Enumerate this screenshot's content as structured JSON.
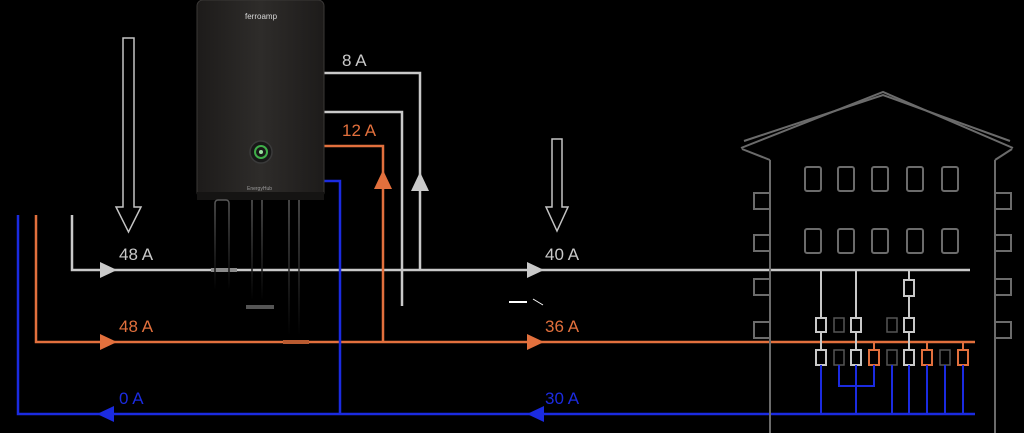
{
  "labels": {
    "gray_in": "48 A",
    "gray_top": "8 A",
    "gray_out": "40 A",
    "orange_in": "48 A",
    "orange_top": "12 A",
    "orange_out": "36 A",
    "blue_in": "0 A",
    "blue_out": "30 A"
  },
  "device": {
    "brand": "ferroamp",
    "model": "EnergyHub"
  },
  "colors": {
    "background": "#000000",
    "phase_gray": "#c9c9c9",
    "phase_orange": "#e2703d",
    "phase_blue": "#1b2be0",
    "device_body": "#2a2826",
    "house_outline": "#6b6b6b"
  }
}
